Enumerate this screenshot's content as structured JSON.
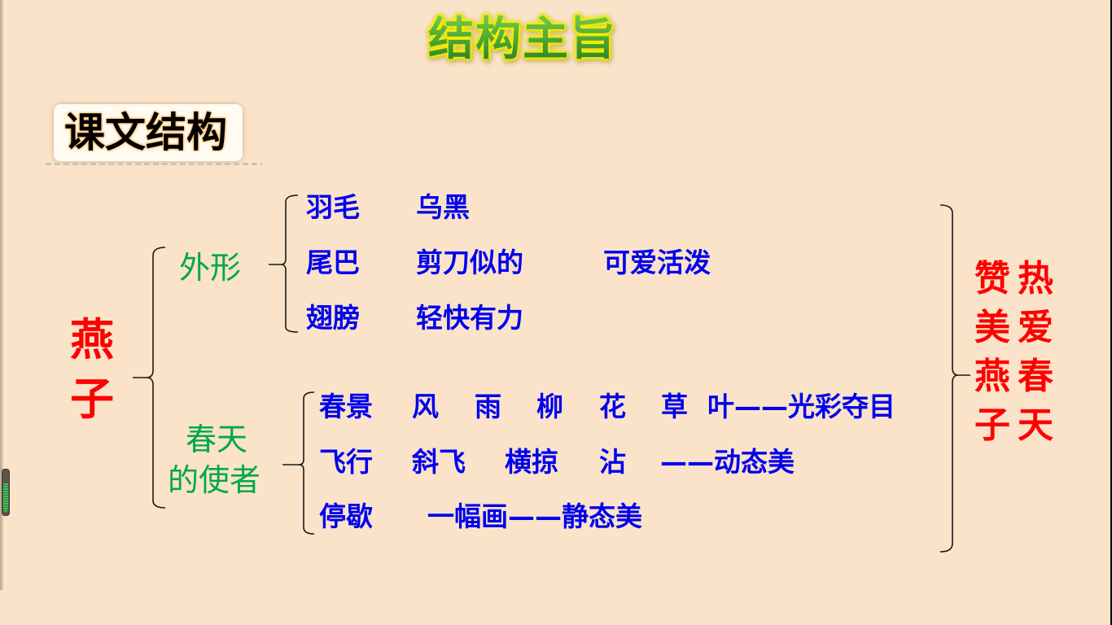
{
  "title": "结构主旨",
  "section_label": "课文结构",
  "root": {
    "chars": [
      "燕",
      "子"
    ],
    "color": "#ff0000"
  },
  "branches": [
    {
      "label": "外形",
      "color": "#00a84a",
      "rows": [
        {
          "cells": [
            "羽毛",
            "乌黑"
          ]
        },
        {
          "cells": [
            "尾巴",
            "剪刀似的",
            "可爱活泼"
          ]
        },
        {
          "cells": [
            "翅膀",
            "轻快有力"
          ]
        }
      ]
    },
    {
      "label_lines": [
        "春天",
        "的使者"
      ],
      "color": "#00a84a",
      "rows": [
        {
          "cells": [
            "春景",
            "风",
            "雨",
            "柳",
            "花",
            "草",
            "叶——光彩夺目"
          ]
        },
        {
          "cells": [
            "飞行",
            "斜飞",
            "横掠",
            "沾",
            "——动态美"
          ]
        },
        {
          "cells": [
            "停歇",
            "一幅画——静态美"
          ]
        }
      ]
    }
  ],
  "summary": {
    "left_column": [
      "赞",
      "美",
      "燕",
      "子"
    ],
    "right_column": [
      "热",
      "爱",
      "春",
      "天"
    ],
    "color": "#ff0000"
  },
  "colors": {
    "background": "#fae3c9",
    "detail_text": "#0000ee",
    "brace": "#1a1a1a"
  }
}
